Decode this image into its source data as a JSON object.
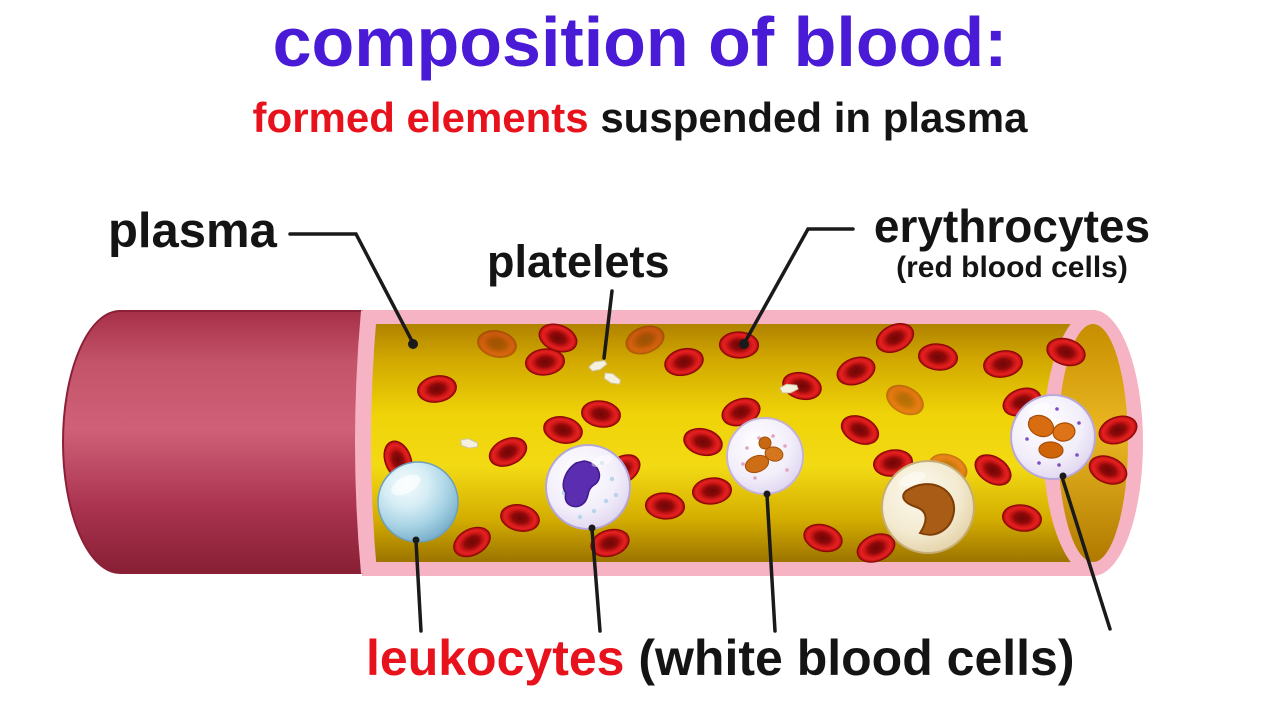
{
  "title": "composition of blood:",
  "subtitle": {
    "highlight": "formed elements",
    "rest": " suspended in plasma"
  },
  "labels": {
    "plasma": "plasma",
    "platelets": "platelets",
    "erythrocytes": "erythrocytes",
    "erythrocytes_sub": "(red blood cells)",
    "leukocytes": "leukocytes",
    "leukocytes_sub": " (white blood cells)"
  },
  "colors": {
    "title_purple": "#4a1bd6",
    "accent_red": "#e8121c",
    "text_black": "#141414",
    "vessel_wall_pink": "#f6b3c3",
    "vessel_exterior_red": "#b8405a",
    "plasma_yellow": "#edd106",
    "red_cell": "#d41a1a",
    "pointer_line": "#1a1a1a"
  },
  "figure": {
    "red_blood_cells": [
      [
        437,
        389,
        -10
      ],
      [
        545,
        362,
        -6
      ],
      [
        558,
        338,
        20
      ],
      [
        601,
        414,
        8
      ],
      [
        684,
        362,
        -14
      ],
      [
        739,
        345,
        2
      ],
      [
        802,
        386,
        14
      ],
      [
        856,
        371,
        -20
      ],
      [
        895,
        338,
        -25
      ],
      [
        938,
        357,
        6
      ],
      [
        1003,
        364,
        -10
      ],
      [
        1066,
        352,
        16
      ],
      [
        398,
        460,
        70
      ],
      [
        508,
        452,
        -24
      ],
      [
        563,
        430,
        12
      ],
      [
        622,
        470,
        -32
      ],
      [
        703,
        442,
        14
      ],
      [
        741,
        412,
        -18
      ],
      [
        860,
        430,
        24
      ],
      [
        893,
        463,
        -8
      ],
      [
        993,
        470,
        32
      ],
      [
        1022,
        402,
        -20
      ],
      [
        472,
        542,
        -28
      ],
      [
        520,
        518,
        12
      ],
      [
        610,
        543,
        -16
      ],
      [
        665,
        506,
        4
      ],
      [
        712,
        491,
        -6
      ],
      [
        823,
        538,
        16
      ],
      [
        876,
        548,
        -22
      ],
      [
        1022,
        518,
        8
      ],
      [
        1108,
        470,
        22
      ],
      [
        1118,
        430,
        -20
      ],
      [
        497,
        344,
        12,
        0.45
      ],
      [
        645,
        340,
        -20,
        0.45
      ],
      [
        948,
        468,
        20,
        0.45
      ],
      [
        905,
        400,
        28,
        0.45
      ]
    ],
    "platelets": [
      [
        598,
        366,
        -18
      ],
      [
        612,
        379,
        28
      ],
      [
        789,
        389,
        -6
      ],
      [
        469,
        444,
        12
      ]
    ]
  }
}
